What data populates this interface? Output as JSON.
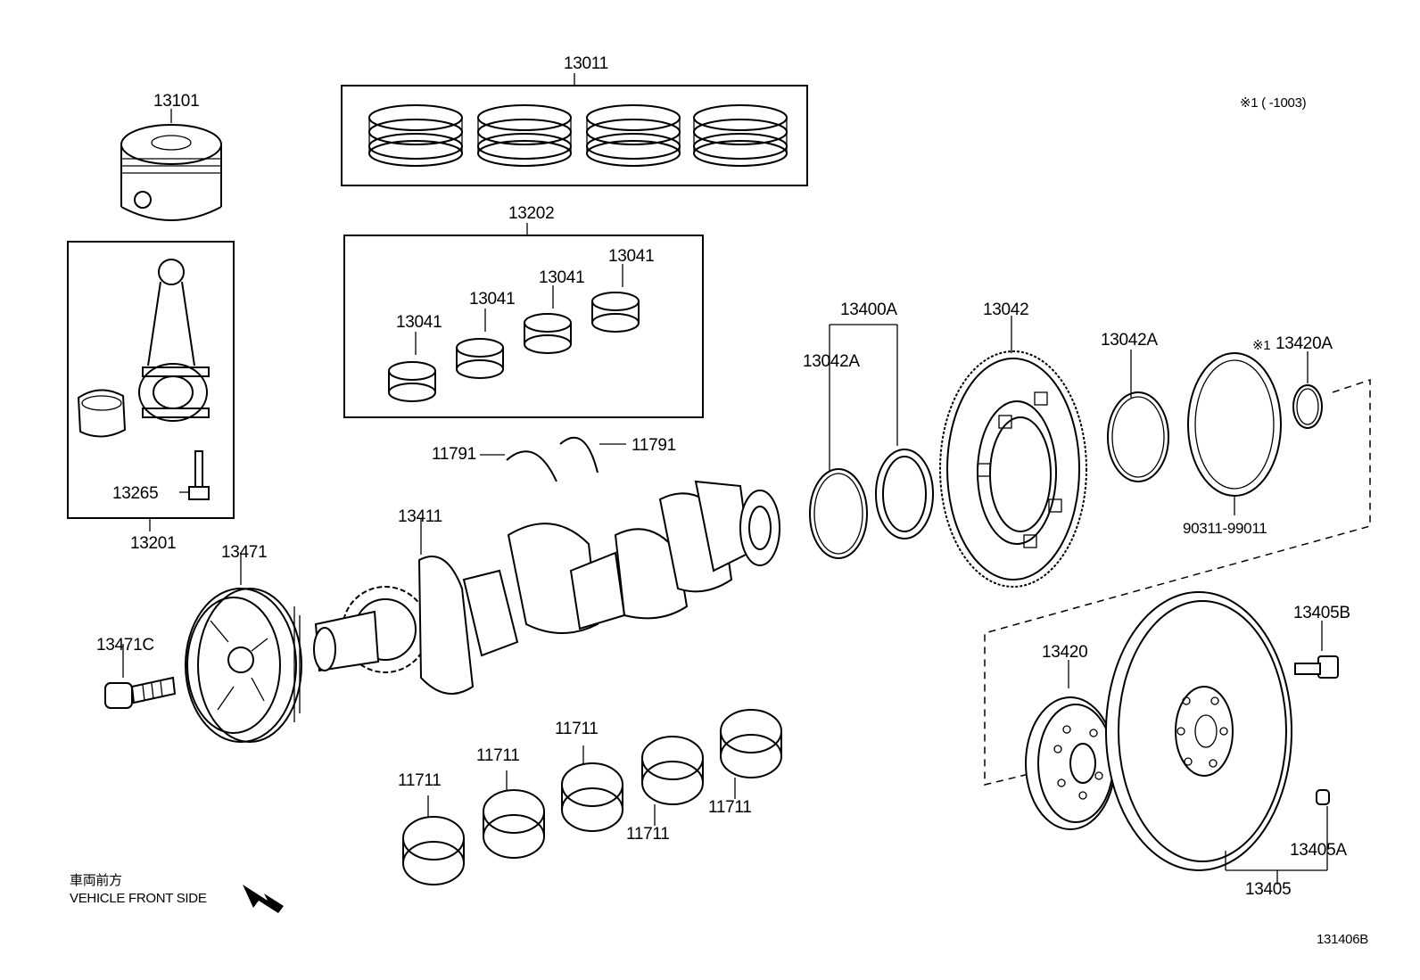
{
  "diagram": {
    "id_code": "131406B",
    "note": "※1 (      -1003)",
    "front_text_jp": "車両前方",
    "front_text_en": "VEHICLE FRONT SIDE"
  },
  "labels": {
    "piston": "13101",
    "ring_set": "13011",
    "rod_bearing_set": "13202",
    "rod_bearing_1": "13041",
    "rod_bearing_2": "13041",
    "rod_bearing_3": "13041",
    "rod_bearing_4": "13041",
    "rod_assembly": "13201",
    "rod_bolt": "13265",
    "thrust_left": "11791",
    "thrust_right": "11791",
    "crankshaft": "13411",
    "pulley": "13471",
    "pulley_bolt": "13471C",
    "seal_group": "13400A",
    "snap_ring_left": "13042A",
    "ring_gear": "13042",
    "snap_ring_right": "13042A",
    "small_ring_prefix": "※1",
    "small_ring": "13420A",
    "o_ring": "90311-99011",
    "flywheel_bolt": "13405B",
    "drive_plate": "13420",
    "flywheel_pin": "13405A",
    "flywheel": "13405",
    "main_bearing_1": "11711",
    "main_bearing_2": "11711",
    "main_bearing_3": "11711",
    "main_bearing_4": "11711",
    "main_bearing_5": "11711"
  }
}
